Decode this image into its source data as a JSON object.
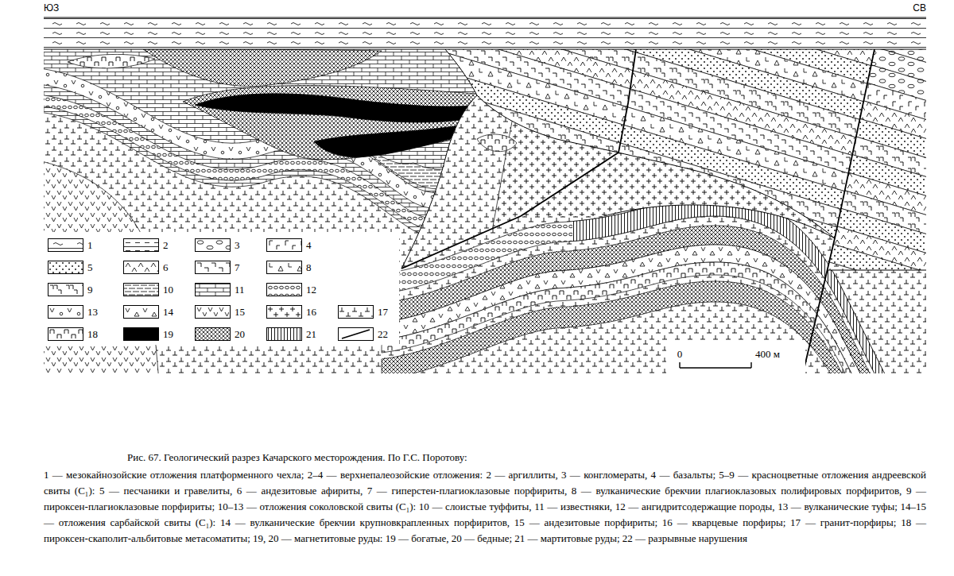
{
  "diagram": {
    "caption": "Рис. 67. Геологический разрез Качарского месторождения. По Г.С. Поротову:",
    "labels": [
      "ЮЗ",
      "СВ",
      "0",
      "400 м",
      "1 — мезокайнозойские отложения платформенного чехла; 2–4 — верхнепалеозойские отложения: 2 — аргиллиты, 3 — конгломераты, 4 — базальты; 5–9 — красноцветные отложения андреевской свиты (C₁): 5 — песчаники и гравелиты, 6 — андезитовые афириты, 7 — гиперстен-плагиоклазовые порфириты, 8 — вулканические брекчии плагиоклазовых полифировых порфиритов, 9 — пироксен-плагиоклазовые порфириты; 10–13 — отложения соколовской свиты (C₁): 10 — слоистые туффиты, 11 — известняки, 12 — ангидритсодержащие породы, 13 — вулканические туфы; 14–15 — отложения сарбайской свиты (C₁): 14 — вулканические брекчии крупновкрапленных порфиритов, 15 — андезитовые порфириты; 16 — кварцевые порфиры; 17 — гранит-порфиры; 18 — пироксен-скаполит-альбитовые метасоматиты; 19, 20 — магнетитовые руды: 19 — богатые, 20 — бедные; 21 — мартитовые руды; 22 — разрывные нарушения"
    ],
    "legend": [
      {
        "text": "1"
      },
      {
        "text": "2"
      },
      {
        "text": "3"
      },
      {
        "text": "4"
      },
      {
        "text": "5"
      },
      {
        "text": "6"
      },
      {
        "text": "7"
      },
      {
        "text": "8"
      },
      {
        "text": "9"
      },
      {
        "text": "10"
      },
      {
        "text": "11"
      },
      {
        "text": "12"
      },
      {
        "text": "13"
      },
      {
        "text": "14"
      },
      {
        "text": "15"
      },
      {
        "text": "16"
      },
      {
        "text": "17"
      },
      {
        "text": "18"
      },
      {
        "text": "19",
        "color": "#000000"
      },
      {
        "text": "20"
      },
      {
        "text": "21"
      },
      {
        "text": "22"
      }
    ]
  }
}
